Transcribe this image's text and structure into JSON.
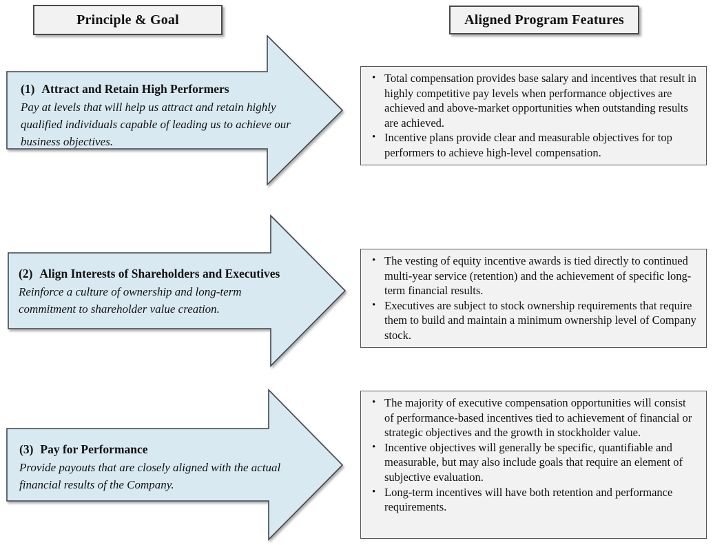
{
  "headers": {
    "left": "Principle & Goal",
    "right": "Aligned Program Features"
  },
  "rows": [
    {
      "principle": {
        "number": "(1)",
        "title": "Attract and Retain High Performers",
        "goal": "Pay at levels that will help us attract and retain highly qualified individuals capable of leading us to achieve our business objectives."
      },
      "features": [
        "Total compensation provides base salary and incentives that result in highly competitive pay levels when performance objectives are achieved and above-market opportunities when outstanding results are achieved.",
        "Incentive plans provide clear and measurable objectives for top performers to achieve high-level compensation."
      ]
    },
    {
      "principle": {
        "number": "(2)",
        "title": "Align Interests of Shareholders and Executives",
        "goal": "Reinforce a culture of ownership and long-term commitment to shareholder value creation."
      },
      "features": [
        "The vesting of equity incentive awards is tied directly to continued multi-year service (retention) and the achievement of specific long-term financial results.",
        "Executives are subject to stock ownership requirements that require them to build and maintain a minimum ownership level of Company stock."
      ]
    },
    {
      "principle": {
        "number": "(3)",
        "title": "Pay for Performance",
        "goal": "Provide payouts that are closely aligned with the actual financial results of the Company."
      },
      "features": [
        "The majority of executive compensation opportunities will consist of performance-based incentives tied to achievement of financial or strategic objectives and the growth in stockholder value.",
        "Incentive objectives will generally be specific, quantifiable and measurable, but may also include goals that require an element of subjective evaluation.",
        "Long-term incentives will have both retention and performance requirements."
      ]
    }
  ],
  "colors": {
    "arrow_fill": "#d9e9f2",
    "arrow_border": "#3f454d",
    "box_fill": "#f2f2f2",
    "box_border": "#555555",
    "header_fill": "#f2f2f2",
    "header_border": "#4a4a4a"
  }
}
